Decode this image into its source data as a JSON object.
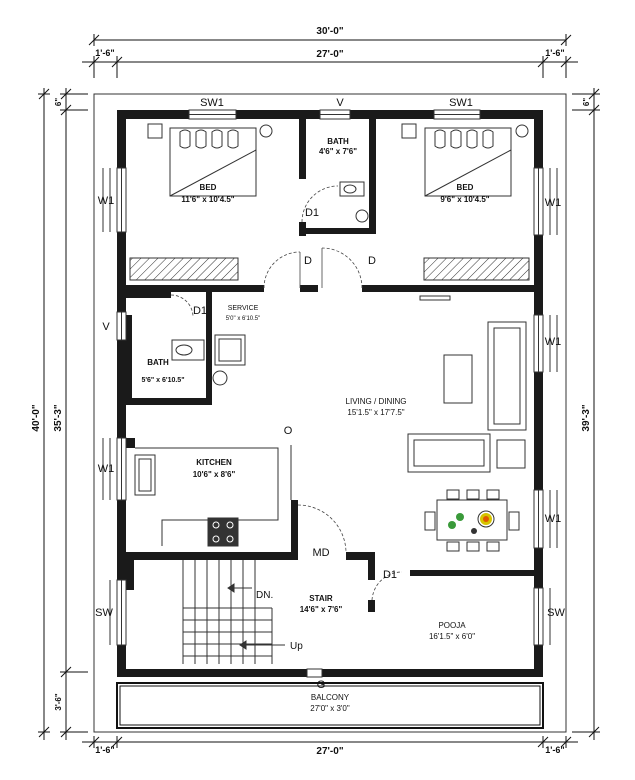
{
  "dimensions": {
    "top_total": "30'-0\"",
    "top_left_margin": "1'-6\"",
    "top_middle": "27'-0\"",
    "top_right_margin": "1'-6\"",
    "bottom_left_margin": "1'-6\"",
    "bottom_middle": "27'-0\"",
    "bottom_right_margin": "1'-6\"",
    "left_total": "40'-0\"",
    "left_inner": "35'-3\"",
    "left_top_small": "6\"",
    "left_bottom": "3'-6\"",
    "right_inner": "39'-3\"",
    "right_top_small": "6\""
  },
  "rooms": {
    "bed_left": {
      "name": "BED",
      "size": "11'6\" x 10'4.5\""
    },
    "bath_top": {
      "name": "BATH",
      "size": "4'6\" x 7'6\""
    },
    "bed_right": {
      "name": "BED",
      "size": "9'6\" x 10'4.5\""
    },
    "service": {
      "name": "SERVICE",
      "size": "5'0\" x 6'10.5\""
    },
    "bath_left": {
      "name": "BATH",
      "size": "5'6\" x 6'10.5\""
    },
    "living": {
      "name": "LIVING / DINING",
      "size": "15'1.5\" x 17'7.5\""
    },
    "kitchen": {
      "name": "KITCHEN",
      "size": "10'6\" x 8'6\""
    },
    "stair": {
      "name": "STAIR",
      "size": "14'6\" x 7'6\""
    },
    "pooja": {
      "name": "POOJA",
      "size": "16'1.5\" x 6'0\""
    },
    "balcony": {
      "name": "BALCONY",
      "size": "27'0\" x 3'0\""
    }
  },
  "openings": {
    "sw1": "SW1",
    "v": "V",
    "w1": "W1",
    "d": "D",
    "d1": "D1",
    "o": "O",
    "md": "MD",
    "sw": "SW",
    "g": "G"
  },
  "stair_labels": {
    "down": "DN.",
    "up": "Up"
  }
}
